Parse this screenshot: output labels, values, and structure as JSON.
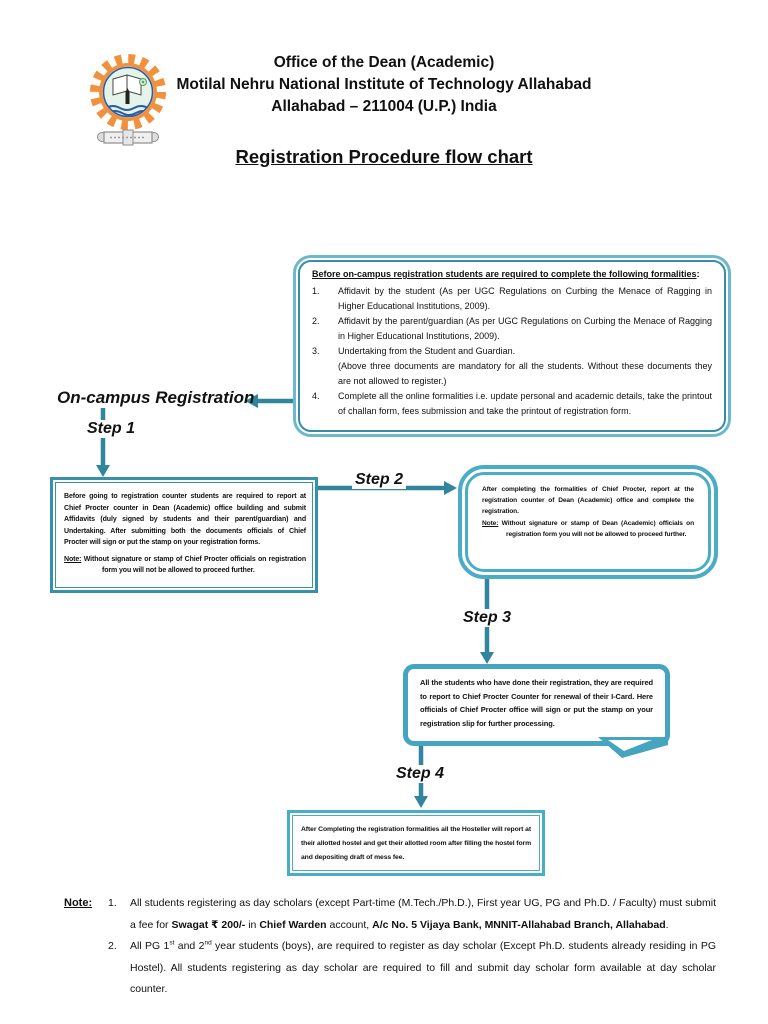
{
  "colors": {
    "accent_dark": "#31859C",
    "accent_light": "#4BACC6",
    "gear_orange": "#F2913D"
  },
  "header": {
    "line1": "Office of the Dean (Academic)",
    "line2": "Motilal Nehru National Institute of Technology Allahabad",
    "line3": "Allahabad – 211004 (U.P.) India"
  },
  "title": "Registration Procedure flow chart",
  "labels": {
    "on_campus": "On-campus Registration",
    "step1": "Step 1",
    "step2": "Step 2",
    "step3": "Step 3",
    "step4": "Step 4"
  },
  "formalities_box": {
    "heading": "Before on-campus registration students are required to complete the following formalities",
    "heading_colon": ":",
    "items": [
      {
        "num": "1.",
        "text": "Affidavit by the student (As per UGC Regulations on Curbing the Menace of Ragging in Higher Educational Institutions, 2009)."
      },
      {
        "num": "2.",
        "text": "Affidavit by the parent/guardian (As per UGC Regulations on Curbing the Menace of Ragging in Higher Educational Institutions, 2009)."
      },
      {
        "num": "3.",
        "text": "Undertaking from the Student and Guardian.",
        "note": "(Above three documents are mandatory for all the students. Without these documents they are not allowed to register.)"
      },
      {
        "num": "4.",
        "text": "Complete all the online formalities i.e. update personal and academic details, take the printout of challan form, fees submission and take the printout of registration form."
      }
    ]
  },
  "step1_box": {
    "body": "Before going to registration counter students are required to report at Chief Procter counter in Dean (Academic) office building and submit Affidavits (duly signed by students and their parent/guardian) and Undertaking. After submitting both the documents officials of Chief Procter will sign or put the stamp on your registration forms.",
    "note_label": "Note:",
    "note": " Without signature or stamp of Chief Procter officials on registration form you will not be allowed to proceed further."
  },
  "step2_box": {
    "body": "After completing the formalities of Chief Procter, report at the registration counter of Dean (Academic) office and complete the registration.",
    "note_label": "Note:",
    "note": " Without signature or stamp of Dean (Academic) officials on registration form you will not be allowed to proceed further."
  },
  "step3_box": {
    "body": "All the students who have done their registration, they are required to report to Chief Procter Counter for renewal of their I-Card. Here officials of Chief Procter office will sign or put the stamp on your registration slip for further processing."
  },
  "step4_box": {
    "body": "After Completing the registration formalities all the Hosteller will report at their allotted hostel and get their allotted room after filling the hostel form and depositing draft of mess fee."
  },
  "footnote": {
    "label": "Note:",
    "items": [
      {
        "num": "1.",
        "segments": [
          {
            "t": "All students registering as day scholars (except Part-time (M.Tech./Ph.D.), First year UG, PG and Ph.D. / Faculty) must submit a fee for "
          },
          {
            "t": "Swagat ₹ 200/-",
            "b": true
          },
          {
            "t": " in "
          },
          {
            "t": "Chief Warden",
            "b": true
          },
          {
            "t": " account, "
          },
          {
            "t": "A/c No. 5 Vijaya Bank, MNNIT-Allahabad Branch, Allahabad",
            "b": true
          },
          {
            "t": "."
          }
        ]
      },
      {
        "num": "2.",
        "segments": [
          {
            "t": "All PG 1"
          },
          {
            "t": "st",
            "sup": true
          },
          {
            "t": " and 2"
          },
          {
            "t": "nd",
            "sup": true
          },
          {
            "t": " year students (boys), are required to register as day scholar (Except Ph.D. students already residing in PG Hostel). All students registering as day scholar are required to fill and submit day scholar form available at day scholar counter."
          }
        ]
      }
    ]
  }
}
